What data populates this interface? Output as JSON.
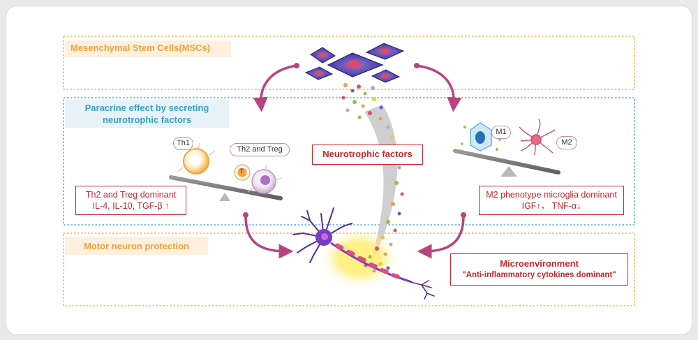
{
  "colors": {
    "orange": "#f0a13a",
    "blue": "#3a9fc8",
    "red": "#c8262b",
    "magenta": "#b8447d",
    "neuron": "#6b3aa8"
  },
  "msc": {
    "label": "Mesenchymal Stem Cells(MSCs)"
  },
  "paracrine": {
    "label_line1": "Paracrine effect by secreting",
    "label_line2": "neurotrophic factors"
  },
  "motor": {
    "label": "Motor neuron protection"
  },
  "neurotrophic": {
    "label": "Neurotrophic factors"
  },
  "tcell": {
    "th1": "Th1",
    "th2_treg": "Th2 and Treg",
    "t_marker": "T",
    "box_line1": "Th2 and Treg dominant",
    "box_line2": "IL-4, IL-10, TGF-β ↑"
  },
  "microglia": {
    "m1": "M1",
    "m2": "M2",
    "box_line1": "M2 phenotype microglia dominant",
    "box_line2": "IGF↑， TNF-α↓"
  },
  "microenvironment": {
    "title": "Microenvironment",
    "subtitle": "\"Anti-inflammatory cytokines dominant\""
  }
}
